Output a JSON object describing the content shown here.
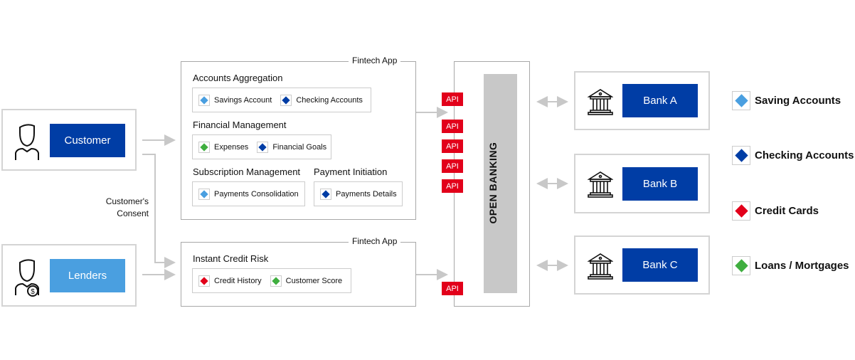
{
  "actors": {
    "customer": "Customer",
    "lenders": "Lenders",
    "consent": "Customer's Consent"
  },
  "fintech_top": {
    "title": "Fintech App",
    "sections": [
      {
        "title": "Accounts Aggregation",
        "items": [
          {
            "label": "Savings Account",
            "color": "#4a9fe0"
          },
          {
            "label": "Checking Accounts",
            "color": "#003da5"
          }
        ]
      },
      {
        "title": "Financial Management",
        "items": [
          {
            "label": "Expenses",
            "color": "#3fae3f"
          },
          {
            "label": "Financial Goals",
            "color": "#003da5"
          }
        ]
      },
      {
        "title": "Subscription Management",
        "items": [
          {
            "label": "Payments Consolidation",
            "color": "#4a9fe0"
          }
        ]
      },
      {
        "title": "Payment Initiation",
        "items": [
          {
            "label": "Payments Details",
            "color": "#003da5"
          }
        ]
      }
    ]
  },
  "fintech_bottom": {
    "title": "Fintech App",
    "sections": [
      {
        "title": "Instant Credit Risk",
        "items": [
          {
            "label": "Credit History",
            "color": "#e2001a"
          },
          {
            "label": "Customer Score",
            "color": "#3fae3f"
          }
        ]
      }
    ]
  },
  "api_label": "API",
  "open_banking": "OPEN BANKING",
  "banks": [
    "Bank A",
    "Bank B",
    "Bank C"
  ],
  "legend": [
    {
      "label": "Saving Accounts",
      "color": "#4a9fe0"
    },
    {
      "label": "Checking Accounts",
      "color": "#003da5"
    },
    {
      "label": "Credit Cards",
      "color": "#e2001a"
    },
    {
      "label": "Loans / Mortgages",
      "color": "#3fae3f"
    }
  ],
  "colors": {
    "primary": "#003da5",
    "light": "#4a9fe0",
    "api": "#e2001a"
  }
}
